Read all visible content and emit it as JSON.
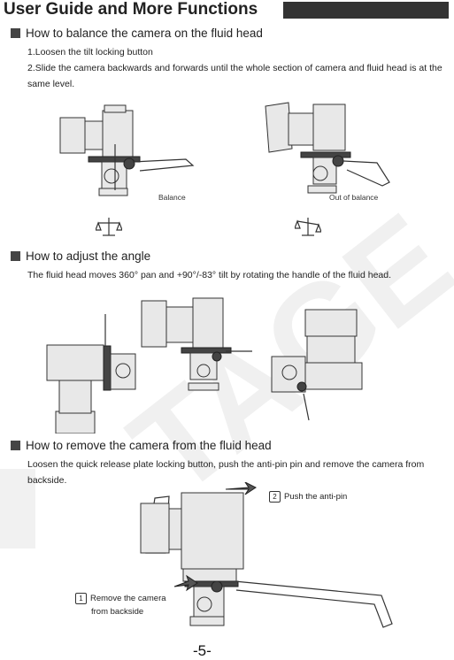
{
  "header": {
    "title": "User Guide and More Functions"
  },
  "sections": [
    {
      "heading": "How to balance the camera on the fluid head",
      "steps": [
        "1.Loosen the tilt locking button",
        "2.Slide the camera backwards and forwards until the whole section of camera and fluid head is at the same level."
      ],
      "captions": [
        "Balance",
        "Out of balance"
      ]
    },
    {
      "heading": "How to adjust the angle",
      "body": "The fluid head moves 360° pan and +90°/-83° tilt by rotating the handle of the fluid head."
    },
    {
      "heading": "How to remove the camera from the fluid head",
      "body": "Loosen the quick release plate locking button, push the anti-pin pin and remove the camera from backside.",
      "callouts": [
        {
          "num": "2",
          "label": "Push the anti-pin"
        },
        {
          "num": "1",
          "label": "Remove the camera",
          "label2": "from backside"
        }
      ]
    }
  ],
  "footer": {
    "page": "-5-"
  }
}
